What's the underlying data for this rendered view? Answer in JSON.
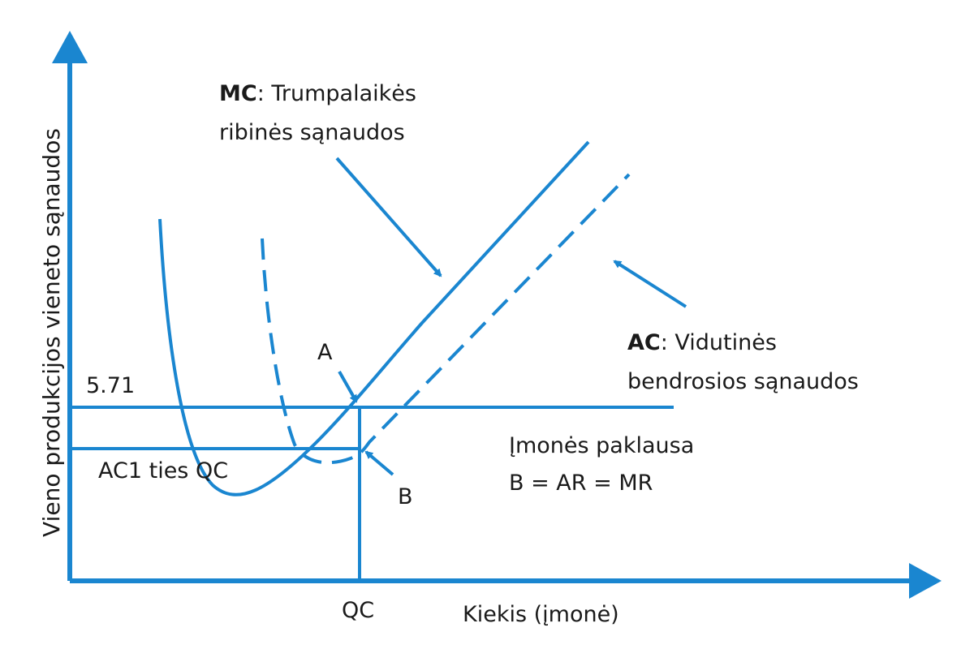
{
  "colors": {
    "accent": "#1a86d0",
    "text": "#1a1a1a"
  },
  "axes": {
    "y_label": "Vieno produkcijos vieneto sąnaudos",
    "x_label": "Kiekis (įmonė)",
    "x_tick": "QC",
    "y_tick": "5.71"
  },
  "curves": {
    "mc": {
      "abbr": "MC",
      "sep": ":",
      "line1_rest": " Trumpalaikės",
      "line2": "ribinės sąnaudos"
    },
    "ac": {
      "abbr": "AC",
      "sep": ":",
      "line1_rest": " Vidutinės",
      "line2": "bendrosios sąnaudos"
    }
  },
  "demand": {
    "line1": "Įmonės paklausa",
    "line2": "B = AR = MR"
  },
  "points": {
    "a": "A",
    "b": "B"
  },
  "ac1_label": "AC1 ties QC"
}
